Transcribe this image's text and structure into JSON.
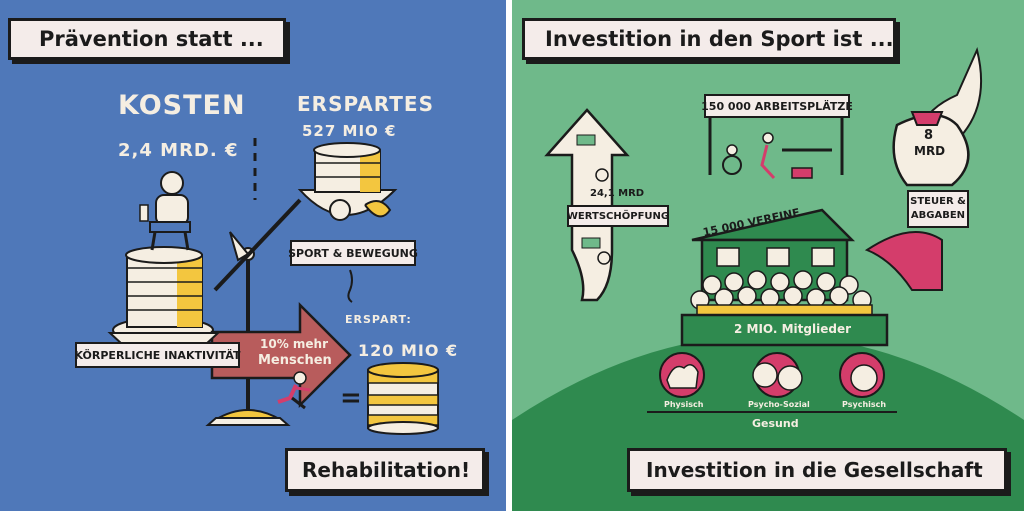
{
  "left_panel": {
    "title": "Prävention statt ...",
    "kosten_label": "KOSTEN",
    "kosten_amount": "2,4 MRD. €",
    "erspartes_label": "ERSPARTES",
    "erspartes_amount": "527 MIO €",
    "sport_label": "SPORT & BEWEGUNG",
    "inactivity_label": "KÖRPERLICHE INAKTIVITÄT",
    "arrow_text_line1": "10% mehr",
    "arrow_text_line2": "Menschen",
    "erspart_label": "ERSPART:",
    "erspart_amount": "120 MIO €",
    "equals": "=",
    "bottom": "Rehabilitation!"
  },
  "right_panel": {
    "title": "Investition in den Sport ist ...",
    "wertschoepfung_amount": "24,1 MRD",
    "wertschoepfung_label": "WERTSCHÖPFUNG",
    "jobs_label": "150 000  ARBEITSPLÄTZE",
    "tax_amount_line1": "8",
    "tax_amount_line2": "MRD",
    "tax_label_line1": "STEUER &",
    "tax_label_line2": "ABGABEN",
    "vereine_label": "15 000 VEREINE",
    "members_label": "2 MIO. Mitglieder",
    "health": [
      {
        "label": "Physisch"
      },
      {
        "label": "Psycho-Sozial"
      },
      {
        "label": "Psychisch"
      }
    ],
    "gesund": "Gesund",
    "bottom": "Investition in die Gesellschaft"
  },
  "colors": {
    "left_bg": "#4f78b9",
    "right_bg": "#6fb98a",
    "hill": "#2f8a4f",
    "coin_yellow": "#f3c63f",
    "coin_cream": "#f5eee2",
    "arrow_red": "#b85c5c",
    "accent_pink": "#d43d6b",
    "ink": "#1b1b1b"
  }
}
